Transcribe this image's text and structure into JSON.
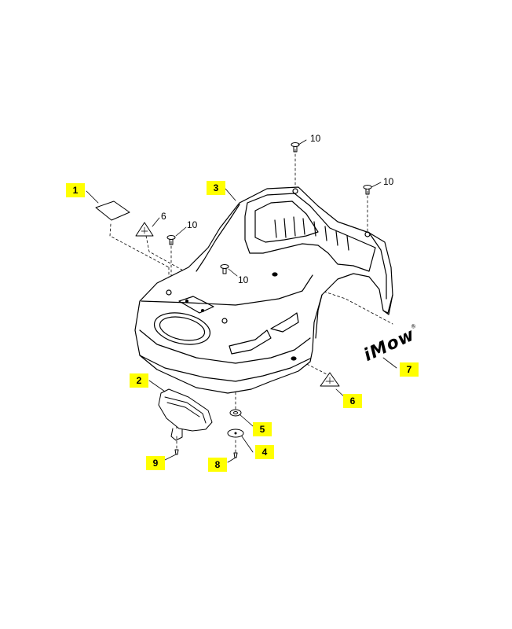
{
  "highlight_color": "#ffff00",
  "line_color": "#000000",
  "brand_logo": "iMow",
  "brand_mark": "®",
  "callouts": [
    {
      "id": "c1",
      "label": "1"
    },
    {
      "id": "c2",
      "label": "2"
    },
    {
      "id": "c3",
      "label": "3"
    },
    {
      "id": "c4",
      "label": "4"
    },
    {
      "id": "c5",
      "label": "5"
    },
    {
      "id": "c6",
      "label": "6"
    },
    {
      "id": "c7",
      "label": "7"
    },
    {
      "id": "c8",
      "label": "8"
    },
    {
      "id": "c9",
      "label": "9"
    }
  ],
  "plain_labels": [
    {
      "id": "p6",
      "label": "6"
    },
    {
      "id": "p10a",
      "label": "10"
    },
    {
      "id": "p10b",
      "label": "10"
    },
    {
      "id": "p10c",
      "label": "10"
    },
    {
      "id": "p10d",
      "label": "10"
    }
  ]
}
